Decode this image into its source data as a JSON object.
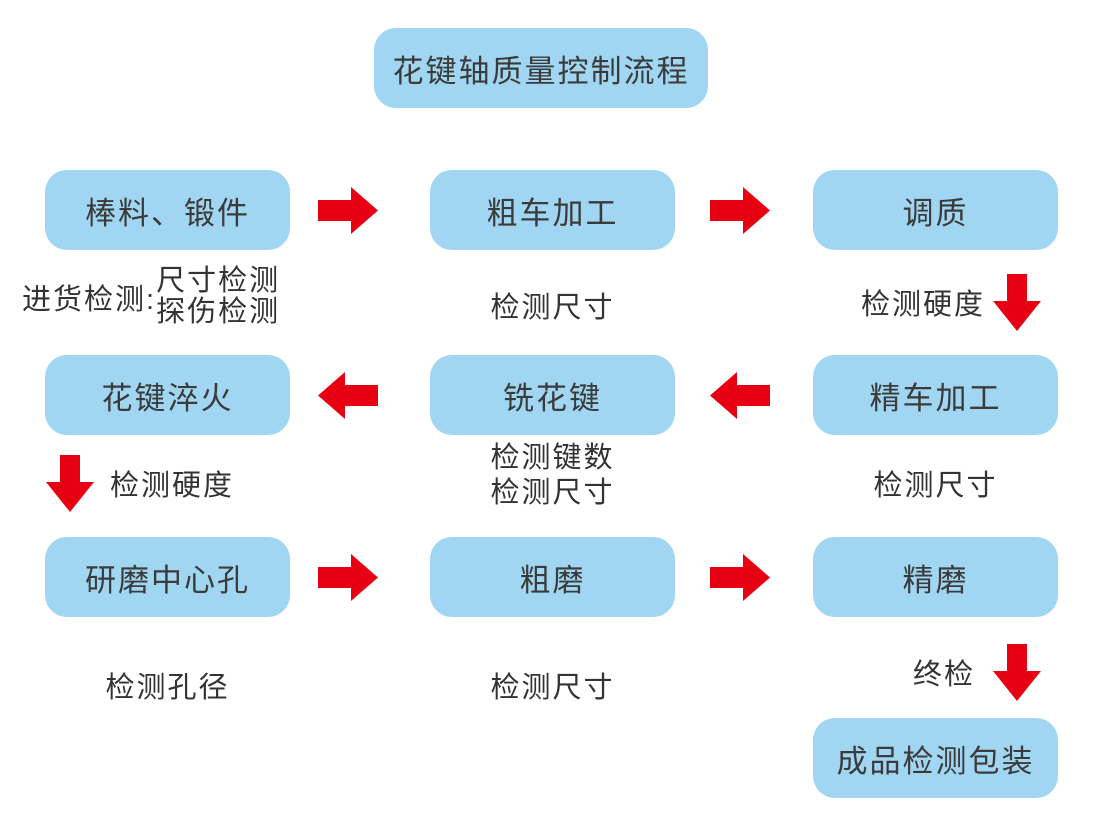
{
  "title": "花键轴质量控制流程",
  "colors": {
    "box_fill": "#A0D6F2",
    "arrow_red": "#E60012",
    "text": "#383838",
    "background": "#FFFFFF"
  },
  "icons": {
    "arrow_right": "block-arrow-right-icon",
    "arrow_left": "block-arrow-left-icon",
    "arrow_down": "block-arrow-down-icon"
  },
  "flow": {
    "row1": {
      "box1": "棒料、锻件",
      "box2": "粗车加工",
      "box3": "调质",
      "caption1": {
        "label": "进货检测:",
        "line1": "尺寸检测",
        "line2": "探伤检测"
      },
      "caption2": "检测尺寸",
      "caption3": "检测硬度"
    },
    "row2": {
      "box1": "花键淬火",
      "box2": "铣花键",
      "box3": "精车加工",
      "caption1": "检测硬度",
      "caption2": {
        "line1": "检测键数",
        "line2": "检测尺寸"
      },
      "caption3": "检测尺寸"
    },
    "row3": {
      "box1": "研磨中心孔",
      "box2": "粗磨",
      "box3": "精磨",
      "caption1": "检测孔径",
      "caption2": "检测尺寸",
      "caption3": "终检"
    },
    "final": {
      "box": "成品检测包装"
    }
  }
}
